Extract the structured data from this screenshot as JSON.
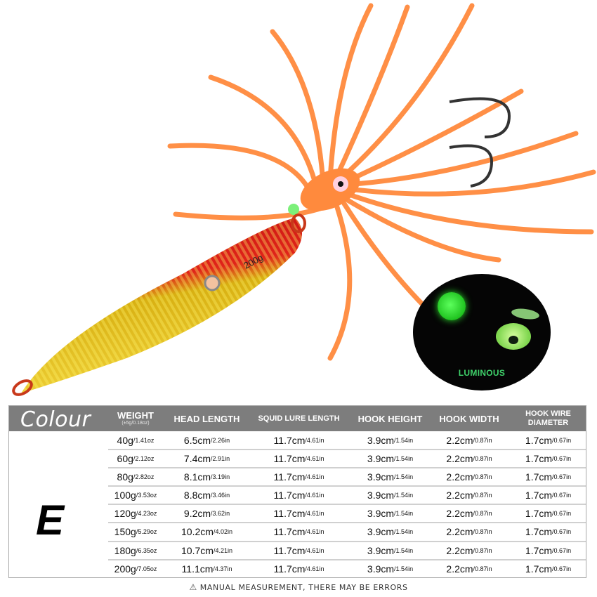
{
  "product": {
    "weight_marking": "200g",
    "luminous_label": "LUMINOUS",
    "colors": {
      "tentacle": "#ff8a3d",
      "body_red": "#d41a14",
      "body_gold": "#e8c21a",
      "header_bg": "#7d7d7d",
      "luminous_green": "#3fd16a"
    }
  },
  "table": {
    "colour_title": "Colour",
    "grade": "E",
    "headers": [
      {
        "label": "WEIGHT",
        "sub": "(±5g/0.18oz)"
      },
      {
        "label": "HEAD LENGTH",
        "sub": ""
      },
      {
        "label": "SQUID LURE LENGTH",
        "sub": ""
      },
      {
        "label": "HOOK HEIGHT",
        "sub": ""
      },
      {
        "label": "HOOK WIDTH",
        "sub": ""
      },
      {
        "label": "HOOK WIRE",
        "sub": "DIAMETER"
      }
    ],
    "rows": [
      {
        "weight": [
          "40g",
          "/1.41oz"
        ],
        "head": [
          "6.5cm",
          "/2.26in"
        ],
        "squid": [
          "11.7cm",
          "/4.61in"
        ],
        "hook_h": [
          "3.9cm",
          "/1.54in"
        ],
        "hook_w": [
          "2.2cm",
          "/0.87in"
        ],
        "wire": [
          "1.7cm",
          "/0.67in"
        ]
      },
      {
        "weight": [
          "60g",
          "/2.12oz"
        ],
        "head": [
          "7.4cm",
          "/2.91in"
        ],
        "squid": [
          "11.7cm",
          "/4.61in"
        ],
        "hook_h": [
          "3.9cm",
          "/1.54in"
        ],
        "hook_w": [
          "2.2cm",
          "/0.87in"
        ],
        "wire": [
          "1.7cm",
          "/0.67in"
        ]
      },
      {
        "weight": [
          "80g",
          "/2.82oz"
        ],
        "head": [
          "8.1cm",
          "/3.19in"
        ],
        "squid": [
          "11.7cm",
          "/4.61in"
        ],
        "hook_h": [
          "3.9cm",
          "/1.54in"
        ],
        "hook_w": [
          "2.2cm",
          "/0.87in"
        ],
        "wire": [
          "1.7cm",
          "/0.67in"
        ]
      },
      {
        "weight": [
          "100g",
          "/3.53oz"
        ],
        "head": [
          "8.8cm",
          "/3.46in"
        ],
        "squid": [
          "11.7cm",
          "/4.61in"
        ],
        "hook_h": [
          "3.9cm",
          "/1.54in"
        ],
        "hook_w": [
          "2.2cm",
          "/0.87in"
        ],
        "wire": [
          "1.7cm",
          "/0.67in"
        ]
      },
      {
        "weight": [
          "120g",
          "/4.23oz"
        ],
        "head": [
          "9.2cm",
          "/3.62in"
        ],
        "squid": [
          "11.7cm",
          "/4.61in"
        ],
        "hook_h": [
          "3.9cm",
          "/1.54in"
        ],
        "hook_w": [
          "2.2cm",
          "/0.87in"
        ],
        "wire": [
          "1.7cm",
          "/0.67in"
        ]
      },
      {
        "weight": [
          "150g",
          "/5.29oz"
        ],
        "head": [
          "10.2cm",
          "/4.02in"
        ],
        "squid": [
          "11.7cm",
          "/4.61in"
        ],
        "hook_h": [
          "3.9cm",
          "/1.54in"
        ],
        "hook_w": [
          "2.2cm",
          "/0.87in"
        ],
        "wire": [
          "1.7cm",
          "/0.67in"
        ]
      },
      {
        "weight": [
          "180g",
          "/6.35oz"
        ],
        "head": [
          "10.7cm",
          "/4.21in"
        ],
        "squid": [
          "11.7cm",
          "/4.61in"
        ],
        "hook_h": [
          "3.9cm",
          "/1.54in"
        ],
        "hook_w": [
          "2.2cm",
          "/0.87in"
        ],
        "wire": [
          "1.7cm",
          "/0.67in"
        ]
      },
      {
        "weight": [
          "200g",
          "/7.05oz"
        ],
        "head": [
          "11.1cm",
          "/4.37in"
        ],
        "squid": [
          "11.7cm",
          "/4.61in"
        ],
        "hook_h": [
          "3.9cm",
          "/1.54in"
        ],
        "hook_w": [
          "2.2cm",
          "/0.87in"
        ],
        "wire": [
          "1.7cm",
          "/0.67in"
        ]
      }
    ]
  },
  "footnote": {
    "icon": "warning-icon",
    "text": "MANUAL MEASUREMENT, THERE MAY BE ERRORS"
  }
}
